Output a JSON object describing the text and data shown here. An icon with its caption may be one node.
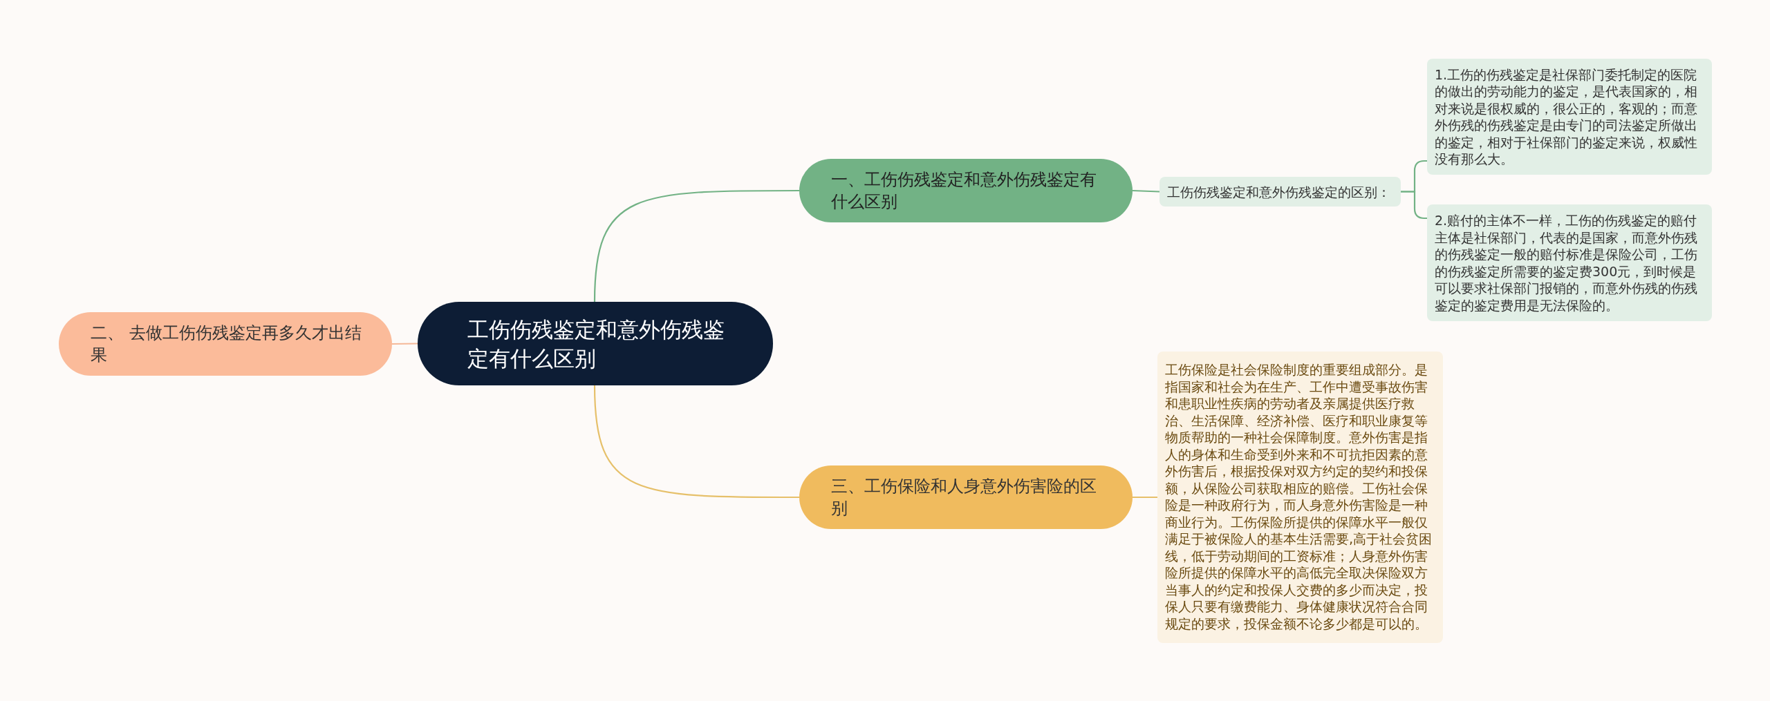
{
  "diagram": {
    "nodes": [
      {
        "text": [
          "工伤伤残鉴定和意外伤残鉴定有什么区别"
        ]
      },
      {
        "text": [
          "二、 去做工伤伤残鉴定再多久才出结果"
        ]
      },
      {
        "text": [
          "一、工伤伤残鉴定和意外伤残鉴定有什么区别"
        ]
      },
      {
        "text": [
          "工伤伤残鉴定和意外伤残鉴定的区别："
        ]
      },
      {
        "text": [
          "1.工伤的伤残鉴定是社保部门委托制定的医院的做出的劳动能力的鉴定，是代表国家的，相对来说是很权威的，很公正的，客观的；而意外伤残的伤残鉴定是由专门的司法鉴定所做出的鉴定，相对于社保部门的鉴定来说，权威性没有那么大。"
        ]
      },
      {
        "text": [
          "2.赔付的主体不一样，工伤的伤残鉴定的赔付主体是社保部门，代表的是国家，而意外伤残的伤残鉴定一般的赔付标准是保险公司，工伤的伤残鉴定所需要的鉴定费300元，到时候是可以要求社保部门报销的，而意外伤残的伤残鉴定的鉴定费用是无法保险的。"
        ]
      },
      {
        "text": [
          "三、工伤保险和人身意外伤害险的区别"
        ]
      },
      {
        "text": [
          "工伤保险是社会保险制度的重要组成部分。是指国家和社会为在生产、工作中遭受事故伤害和患职业性疾病的劳动者及亲属提供医疗救治、生活保障、经济补偿、医疗和职业康复等物质帮助的一种社会保障制度。意外伤害是指人的身体和生命受到外来和不可抗拒因素的意外伤害后，根据投保对双方约定的契约和投保额，从保险公司获取相应的赔偿。工伤社会保险是一种政府行为，而人身意外伤害险是一种商业行为。工伤保险所提供的保障水平一般仅满足于被保险人的基本生活需要,高于社会贫困线，低于劳动期间的工资标准；人身意外伤害险所提供的保障水平的高低完全取决保险双方当事人的约定和投保人交费的多少而决定，投保人只要有缴费能力、身体健康状况符合合同规定的要求，投保金额不论多少都是可以的。"
        ]
      }
    ],
    "edges": [
      {
        "from": 0,
        "to": 1,
        "arrow": "none",
        "color": "#f5b898"
      },
      {
        "from": 0,
        "to": 2,
        "arrow": "none"
      },
      {
        "from": 2,
        "to": 3,
        "arrow": "none"
      },
      {
        "from": 3,
        "to": 4,
        "arrow": "none"
      },
      {
        "from": 3,
        "to": 5,
        "arrow": "none"
      },
      {
        "from": 0,
        "to": 6,
        "arrow": "none",
        "color": "#e6c06a"
      },
      {
        "from": 6,
        "to": 7,
        "arrow": "none",
        "color": "#e6c06a"
      }
    ]
  }
}
